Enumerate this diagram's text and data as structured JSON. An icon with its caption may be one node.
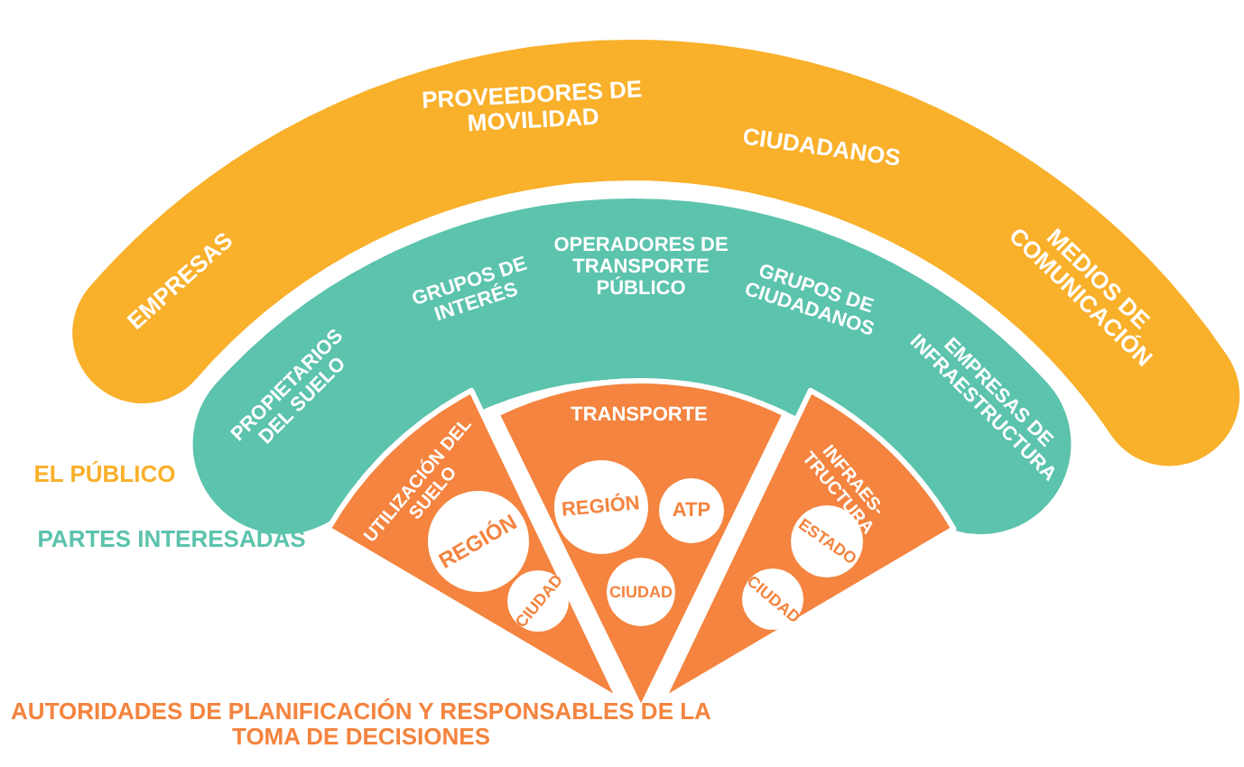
{
  "diagram": {
    "nodes": [
      {
        "text": [
          "EMPRESAS",
          "PROVEEDORES DE MOVILIDAD",
          "CIUDADANOS",
          "MEDIOS DE COMUNICACIÓN"
        ]
      },
      {
        "text": [
          "PROPIETARIOS DEL SUELO",
          "GRUPOS DE INTERÉS",
          "OPERADORES DE TRANSPORTE PÚBLICO",
          "GRUPOS DE CIUDADANOS",
          "EMPRESAS DE INFRAESTRUCTURA"
        ]
      },
      {
        "text": [
          "UTILIZACIÓN DEL SUELO"
        ]
      },
      {
        "text": [
          "TRANSPORTE"
        ]
      },
      {
        "text": [
          "INFRAES- TRUCTURA"
        ]
      },
      {
        "text": [
          "REGIÓN"
        ],
        "in": 2
      },
      {
        "text": [
          "CIUDAD"
        ],
        "in": 2
      },
      {
        "text": [
          "REGIÓN"
        ],
        "in": 3
      },
      {
        "text": [
          "ATP"
        ],
        "in": 3
      },
      {
        "text": [
          "CIUDAD"
        ],
        "in": 3
      },
      {
        "text": [
          "ESTADO"
        ],
        "in": 4
      },
      {
        "text": [
          "CIUDAD"
        ],
        "in": 4
      }
    ],
    "labels": [
      "EL PÚBLICO",
      "PARTES INTERESADAS",
      "AUTORIDADES DE PLANIFICACIÓN Y RESPONSABLES DE LA TOMA DE DECISIONES"
    ]
  }
}
